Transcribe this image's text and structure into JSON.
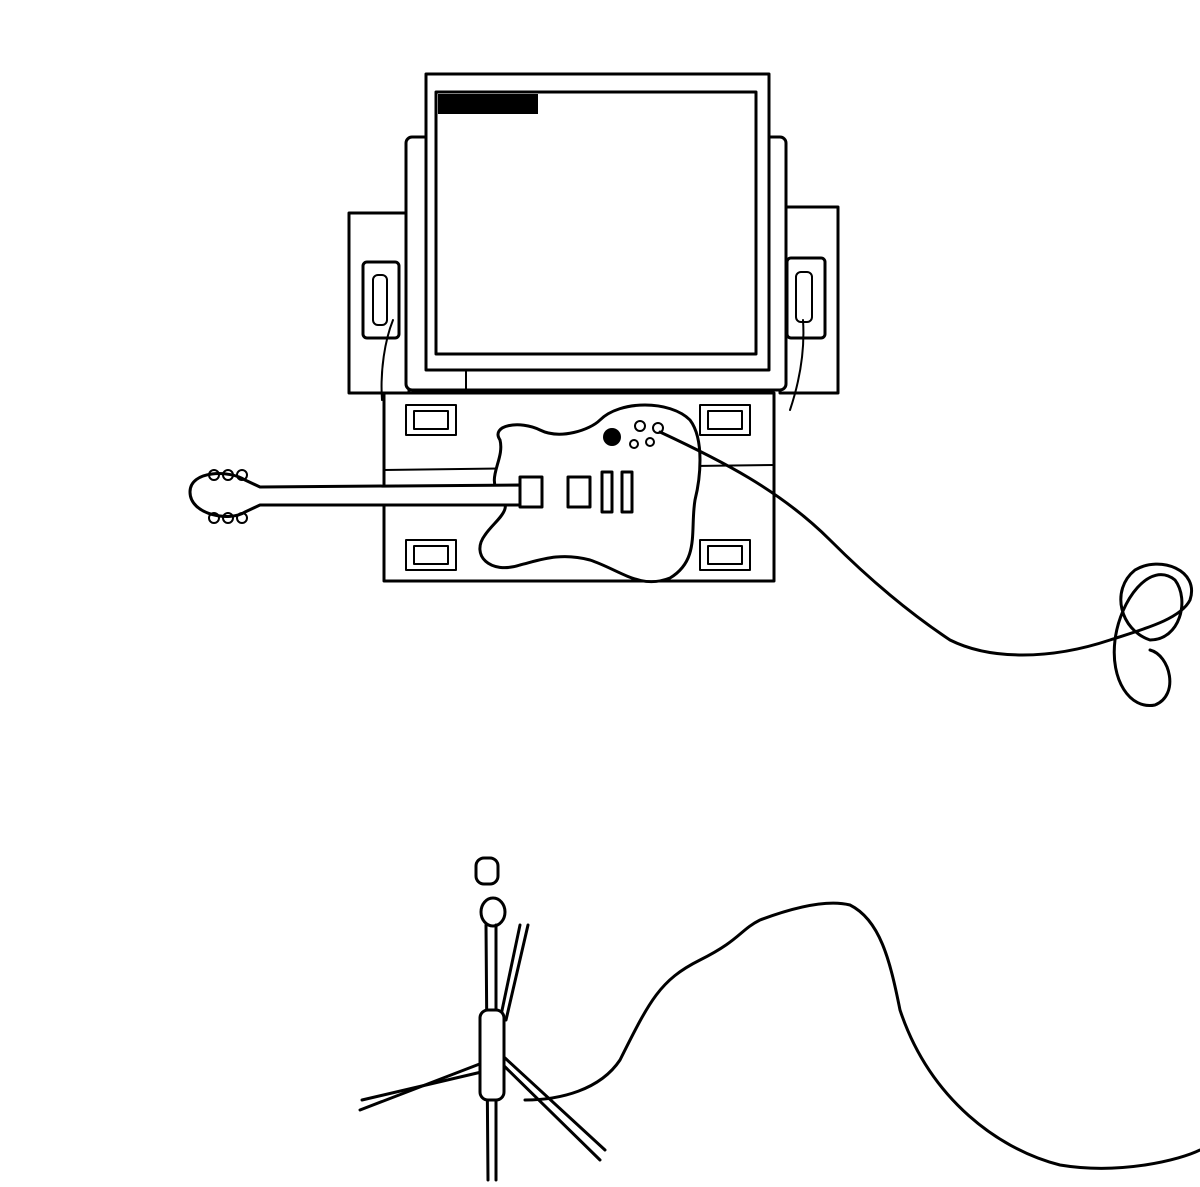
{
  "scene": {
    "colors": {
      "line": "#000000",
      "background": "#ffffff"
    },
    "objects": [
      "arcade-cabinet",
      "guitar-controller",
      "guitar-cable",
      "microphone-stand",
      "microphone-cable"
    ]
  }
}
